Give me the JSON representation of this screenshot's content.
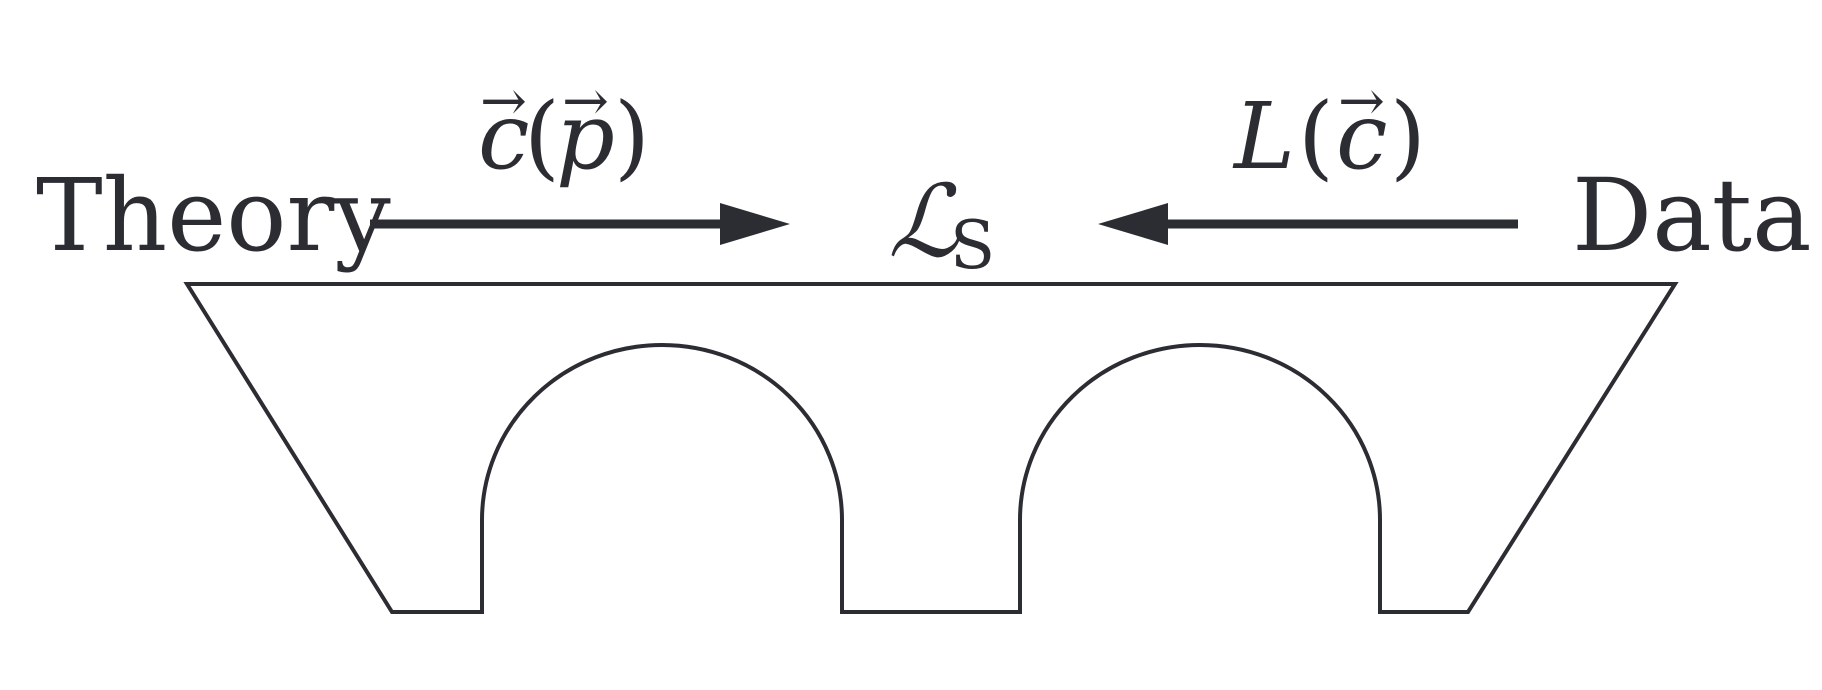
{
  "labels": {
    "left": "Theory",
    "right": "Data",
    "center_symbol": "ℒ",
    "center_subscript": "S"
  },
  "arrows": {
    "left_label": {
      "func": "c",
      "open": "(",
      "arg": "p",
      "close": ")"
    },
    "right_label": {
      "func": "L",
      "open": "(",
      "arg": "c",
      "close": ")"
    },
    "vector_mark": "→"
  },
  "colors": {
    "ink": "#2b2d33",
    "background": "#ffffff"
  }
}
